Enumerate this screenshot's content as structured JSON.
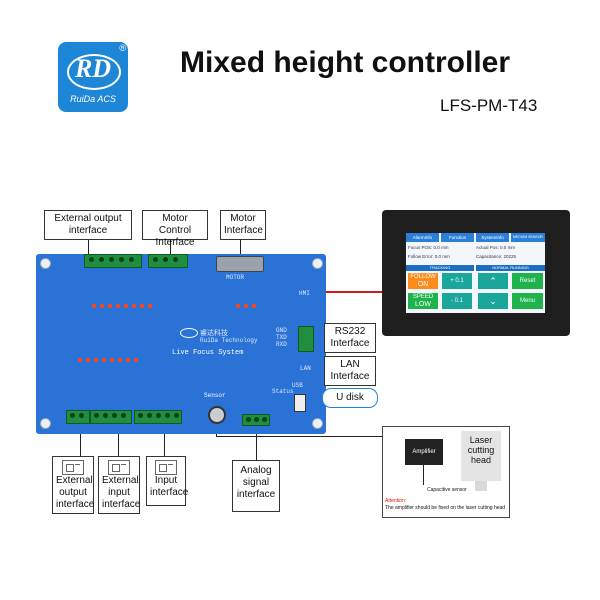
{
  "logo": {
    "brand": "RD",
    "name": "RuiDa ACS",
    "registered": "®"
  },
  "title": "Mixed height controller",
  "model": "LFS-PM-T43",
  "board": {
    "motor_port": "MOTOR",
    "hmi_port": "HMI",
    "brand_cn": "睿达科技",
    "brand_en": "RuiDa Technology",
    "system_name": "Live Focus System",
    "sensor_port": "Sensor",
    "lan_port": "LAN",
    "usb_port": "USB",
    "status_led": "Status",
    "rs232_pins": [
      "GND",
      "TXD",
      "RXD"
    ]
  },
  "labels": {
    "ext_output_top": "External output interface",
    "motor_control": "Motor Control Interface",
    "motor": "Motor Interface",
    "rs232": "RS232 Interface",
    "lan": "LAN Interface",
    "udisk": "U disk",
    "ext_output_bottom": "External output interface",
    "ext_input": "External input interface",
    "input": "Input interface",
    "analog": "Analog signal interface"
  },
  "screen": {
    "tabs": [
      "AlarmInfo",
      "Function",
      "SystemInfo",
      "MEDIUM SENSOR"
    ],
    "rows": [
      {
        "left_label": "Focus POS:",
        "left_value": "0.0",
        "left_unit": "mm",
        "right_label": "Actual Pos:",
        "right_value": "0.0",
        "right_unit": "mm"
      },
      {
        "left_label": "Follow Error:",
        "left_value": "0.0",
        "left_unit": "mm",
        "right_label": "Capacitance:",
        "right_value": "20225",
        "right_unit": ""
      }
    ],
    "sections": [
      "TRACKING",
      "NORMAL RUNNING"
    ],
    "follow_label": "FOLLOW",
    "follow_state": "ON",
    "speed_label": "SPEED",
    "speed_state": "LOW",
    "plus": "+ 0.1",
    "minus": "- 0.1",
    "reset": "Reset",
    "menu": "Menu"
  },
  "sensor": {
    "amplifier": "Amplifier",
    "head": "Laser cutting head",
    "capacitive": "Capacitive sensor",
    "attention_title": "Attention:",
    "attention_text": "The amplifier should be fixed on the laser cutting head"
  },
  "colors": {
    "board": "#2a72d6",
    "terminal": "#1f8f3f",
    "brand": "#1d86d6",
    "cable_red": "#d11a1a"
  }
}
